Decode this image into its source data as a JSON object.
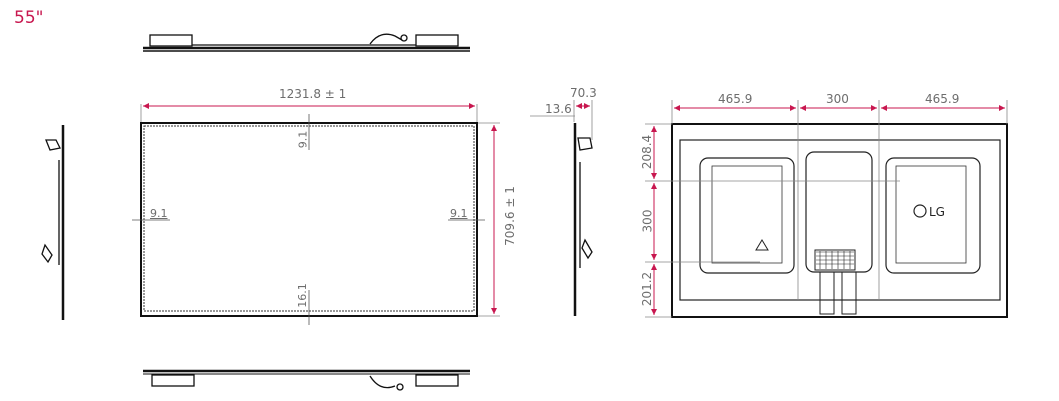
{
  "title": "55\"",
  "colors": {
    "accent": "#c8174f",
    "line": "#1a1a1a",
    "dim_text": "#6d6d6d",
    "gray_line": "#888888"
  },
  "front_view": {
    "width_label": "1231.8 ± 1",
    "height_label": "709.6 ± 1",
    "bezel_top": "9.1",
    "bezel_left": "9.1",
    "bezel_right": "9.1",
    "bezel_bottom": "16.1"
  },
  "side_view": {
    "depth_label": "70.3",
    "thin_label": "13.6"
  },
  "rear_view": {
    "horizontal": [
      "465.9",
      "300",
      "465.9"
    ],
    "vertical": [
      "208.4",
      "300",
      "201.2"
    ],
    "logo": "LG"
  },
  "views": [
    "top-view",
    "left-side-view",
    "front-view",
    "right-side-view",
    "rear-view",
    "bottom-view"
  ]
}
